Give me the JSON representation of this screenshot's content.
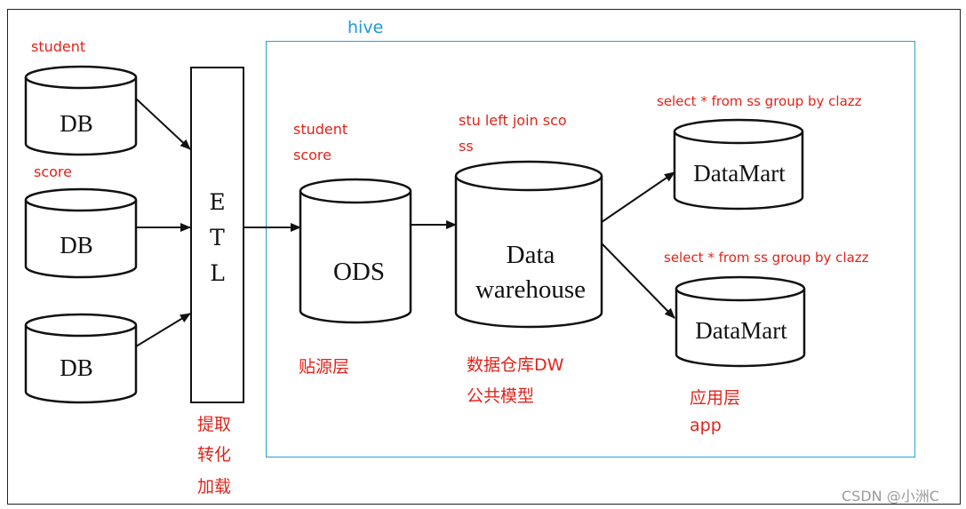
{
  "diagram": {
    "hive_label": "hive",
    "sources": [
      {
        "label": "student",
        "db": "DB"
      },
      {
        "label": "score",
        "db": "DB"
      },
      {
        "label": "",
        "db": "DB"
      }
    ],
    "etl": {
      "letters": [
        "E",
        "T",
        "L"
      ],
      "caption": [
        "提取",
        "转化",
        "加载"
      ]
    },
    "ods": {
      "name": "ODS",
      "tables": [
        "student",
        "score"
      ],
      "caption": "贴源层"
    },
    "dw": {
      "name_line1": "Data",
      "name_line2": "warehouse",
      "query_line1": "stu left join sco",
      "query_line2": "ss",
      "caption_line1": "数据仓库DW",
      "caption_line2": "公共模型"
    },
    "datamarts": [
      {
        "name": "DataMart",
        "query": "select * from ss group by clazz"
      },
      {
        "name": "DataMart",
        "query": "select * from ss group by clazz"
      }
    ],
    "app_layer": {
      "line1": "应用层",
      "line2": "app"
    }
  },
  "watermark": "CSDN @小洲C"
}
